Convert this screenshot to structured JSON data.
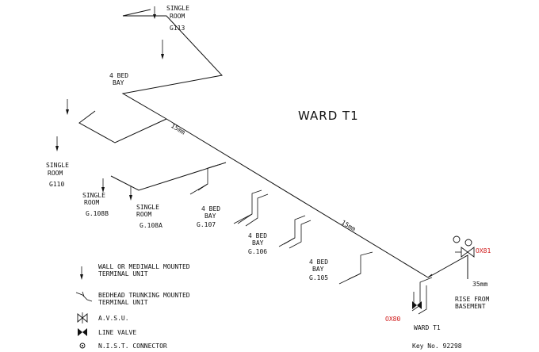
{
  "title": "WARD T1",
  "labels": {
    "single_room_g113": [
      "SINGLE",
      "ROOM",
      "G113"
    ],
    "four_bed_bay_top": [
      "4 BED",
      "BAY"
    ],
    "single_room_g110": [
      "SINGLE",
      "ROOM",
      "G110"
    ],
    "single_room_g108b": [
      "SINGLE",
      "ROOM",
      "G.108B"
    ],
    "single_room_g108a": [
      "SINGLE",
      "ROOM",
      "G.108A"
    ],
    "bay_g107": [
      "4 BED",
      "BAY",
      "G.107"
    ],
    "bay_g106": [
      "4 BED",
      "BAY",
      "G.106"
    ],
    "bay_g105": [
      "4 BED",
      "BAY",
      "G.105"
    ],
    "pipe_size_upper": "15mm",
    "pipe_size_lower": "15mm",
    "pipe_size_riser": "35mm",
    "rise_from_basement": [
      "RISE FROM",
      "BASEMENT"
    ],
    "ward_t1_small": "WARD T1",
    "ox80": "OX80",
    "ox81": "OX81",
    "key_no": "Key No. 92298"
  },
  "legend": [
    {
      "icon": "wall-terminal-icon",
      "lines": [
        "WALL OR MEDIWALL MOUNTED",
        "TERMINAL UNIT"
      ]
    },
    {
      "icon": "bedhead-terminal-icon",
      "lines": [
        "BEDHEAD TRUNKING MOUNTED",
        "TERMINAL UNIT"
      ]
    },
    {
      "icon": "avsu-icon",
      "lines": [
        "A.V.S.U."
      ]
    },
    {
      "icon": "line-valve-icon",
      "lines": [
        "LINE VALVE"
      ]
    },
    {
      "icon": "nist-connector-icon",
      "lines": [
        "N.I.S.T. CONNECTOR"
      ]
    }
  ],
  "colors": {
    "line": "#111111",
    "annotation_red": "#d01818"
  }
}
